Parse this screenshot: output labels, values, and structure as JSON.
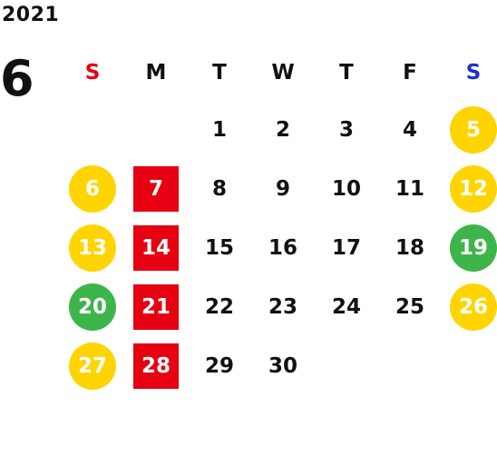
{
  "year": "2021",
  "month": "6",
  "colors": {
    "sunday_header": "#e60012",
    "saturday_header": "#1f2fd6",
    "holiday_yellow": "#ffd400",
    "holiday_green": "#3db54a",
    "closed_red": "#e60012"
  },
  "weekdays": [
    "S",
    "M",
    "T",
    "W",
    "T",
    "F",
    "S"
  ],
  "weeks": [
    [
      {
        "day": "",
        "style": "none"
      },
      {
        "day": "",
        "style": "none"
      },
      {
        "day": "1",
        "style": "none"
      },
      {
        "day": "2",
        "style": "none"
      },
      {
        "day": "3",
        "style": "none"
      },
      {
        "day": "4",
        "style": "none"
      },
      {
        "day": "5",
        "style": "circle-yellow"
      }
    ],
    [
      {
        "day": "6",
        "style": "circle-yellow"
      },
      {
        "day": "7",
        "style": "square-red"
      },
      {
        "day": "8",
        "style": "none"
      },
      {
        "day": "9",
        "style": "none"
      },
      {
        "day": "10",
        "style": "none"
      },
      {
        "day": "11",
        "style": "none"
      },
      {
        "day": "12",
        "style": "circle-yellow"
      }
    ],
    [
      {
        "day": "13",
        "style": "circle-yellow"
      },
      {
        "day": "14",
        "style": "square-red"
      },
      {
        "day": "15",
        "style": "none"
      },
      {
        "day": "16",
        "style": "none"
      },
      {
        "day": "17",
        "style": "none"
      },
      {
        "day": "18",
        "style": "none"
      },
      {
        "day": "19",
        "style": "circle-green"
      }
    ],
    [
      {
        "day": "20",
        "style": "circle-green"
      },
      {
        "day": "21",
        "style": "square-red"
      },
      {
        "day": "22",
        "style": "none"
      },
      {
        "day": "23",
        "style": "none"
      },
      {
        "day": "24",
        "style": "none"
      },
      {
        "day": "25",
        "style": "none"
      },
      {
        "day": "26",
        "style": "circle-yellow"
      }
    ],
    [
      {
        "day": "27",
        "style": "circle-yellow"
      },
      {
        "day": "28",
        "style": "square-red"
      },
      {
        "day": "29",
        "style": "none"
      },
      {
        "day": "30",
        "style": "none"
      },
      {
        "day": "",
        "style": "none"
      },
      {
        "day": "",
        "style": "none"
      },
      {
        "day": "",
        "style": "none"
      }
    ]
  ]
}
